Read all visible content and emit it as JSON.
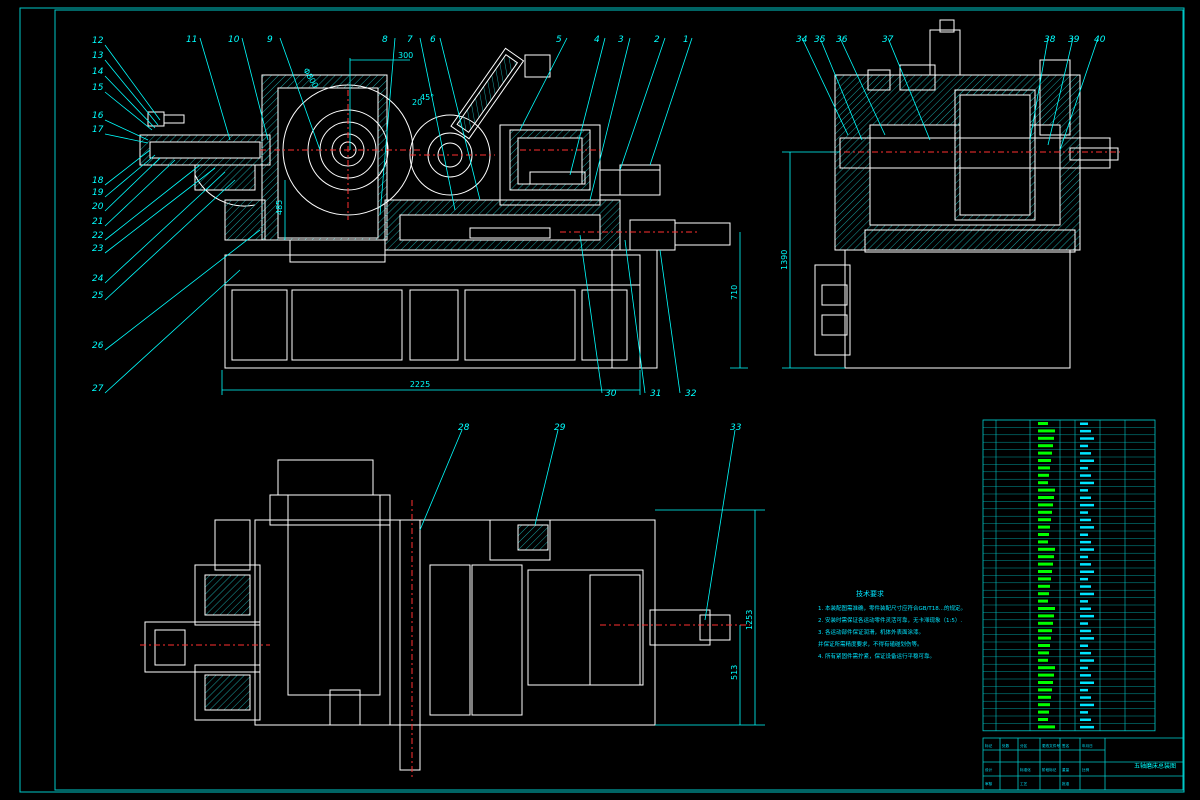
{
  "drawing": {
    "balloons_top_left": [
      "12",
      "13",
      "14",
      "15",
      "16",
      "17",
      "18",
      "19",
      "20",
      "21",
      "22",
      "23",
      "24",
      "25",
      "26",
      "27"
    ],
    "balloons_top_row": [
      "11",
      "10",
      "9",
      "8",
      "7",
      "6",
      "5",
      "4",
      "3",
      "2",
      "1"
    ],
    "balloons_bottom_row": [
      "30",
      "31",
      "32"
    ],
    "balloons_side_view": [
      "34",
      "35",
      "36",
      "37",
      "38",
      "39",
      "40"
    ],
    "balloons_plan_view": [
      "28",
      "29",
      "33"
    ],
    "dimensions": {
      "overall_length": "2225",
      "front_height": "710",
      "side_height": "1390",
      "plan_width": "1253",
      "plan_partial": "513",
      "wheel_dia": "Φ800",
      "top_span": "300",
      "angle": "45°",
      "front_small": "485",
      "small_a": "20"
    },
    "notes_title": "技术要求",
    "notes": [
      "1. 本装配图需准确，零件装配尺寸应符合GB/T18...的规定。",
      "2. 安装时需保证各运动零件灵活可靠，无卡滞现象（1:5）.",
      "3. 各运动部件保证润滑，机体外表面涂漆。",
      "   并保证所需精度要求，不得有磕碰划伤等。",
      "4. 所有紧固件需拧紧，保证设备运行平稳可靠。"
    ],
    "title_block": {
      "drawing_title": "五轴磨床总装图",
      "cells": [
        "标记",
        "处数",
        "分区",
        "更改文件号",
        "签名",
        "年月日",
        "设计",
        "标准化",
        "阶段标记",
        "重量",
        "比例",
        "审核",
        "工艺",
        "批准"
      ]
    },
    "bom_rows": 42,
    "colors": {
      "background": "#000000",
      "frame": "#00c8c8",
      "outline": "#ffffff",
      "leader": "#00ffff",
      "hatch": "#0f7f7f",
      "centerline": "#ff3030",
      "bom_text": "#00ff00",
      "note_text": "#00e5ff"
    }
  }
}
